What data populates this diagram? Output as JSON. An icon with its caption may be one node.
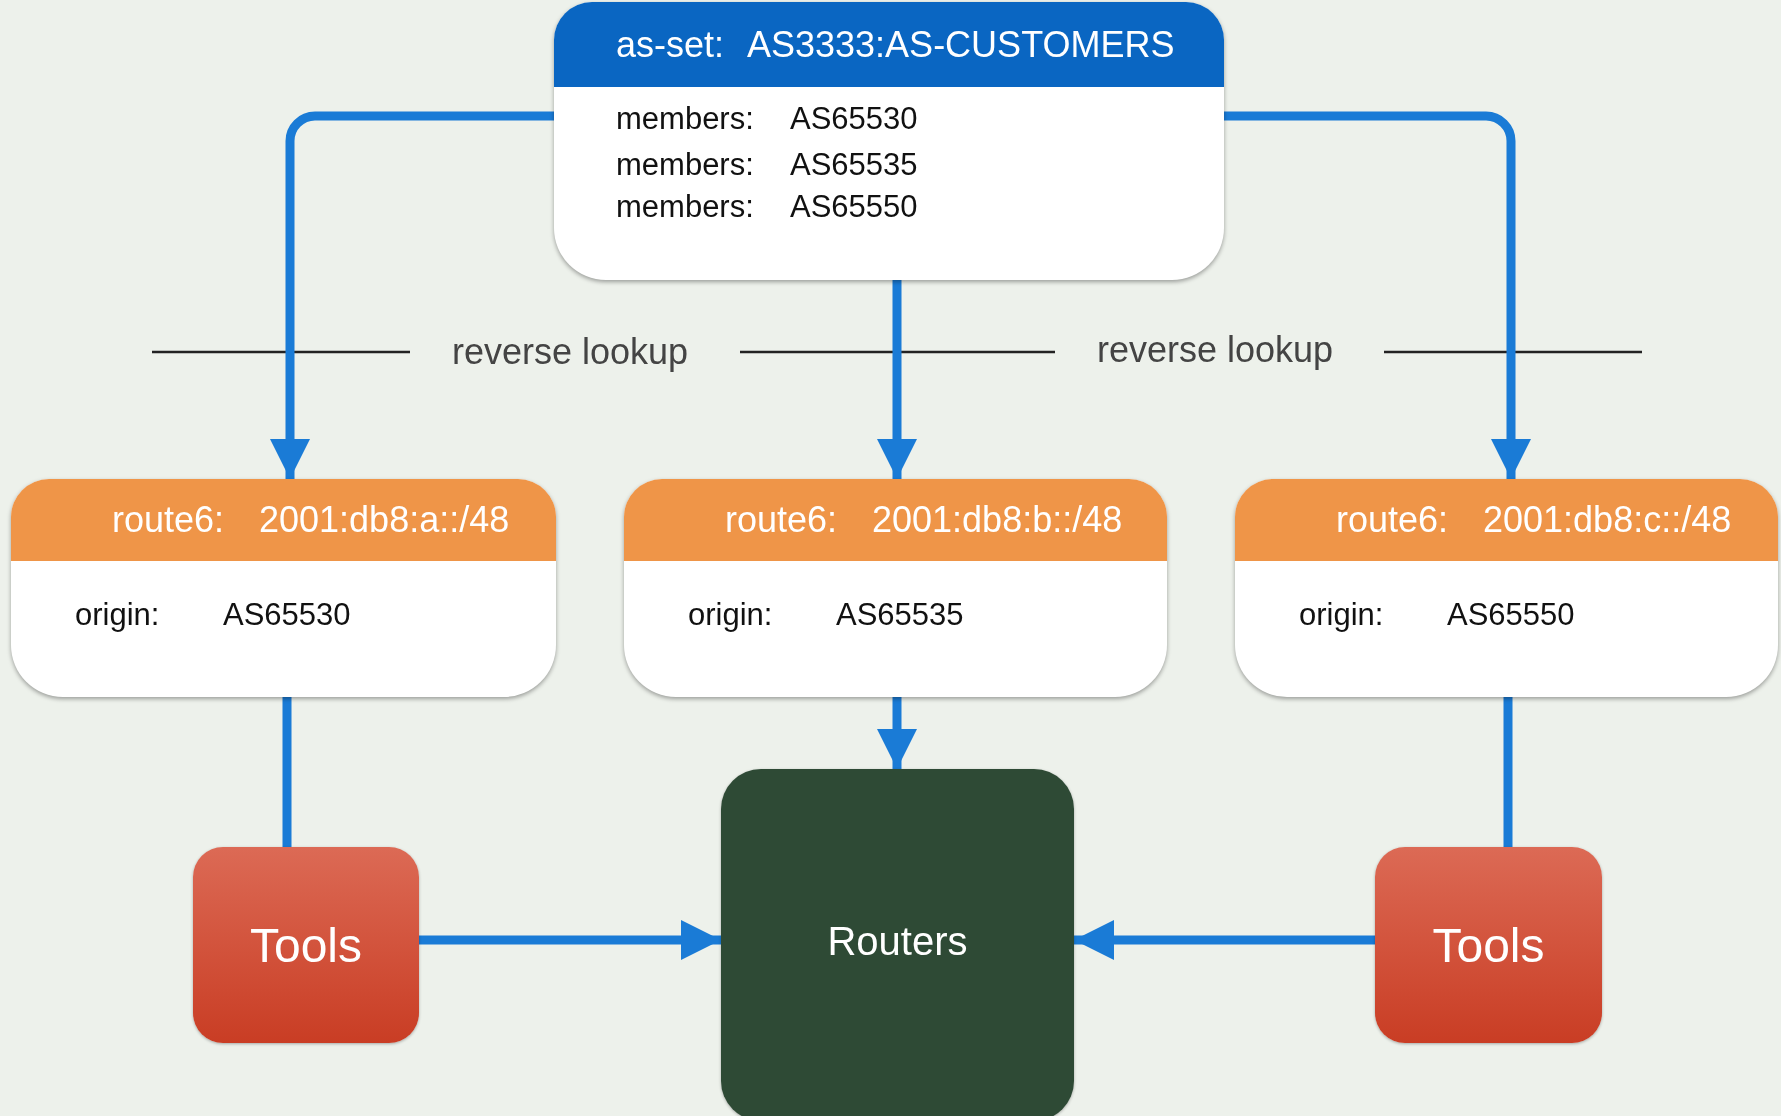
{
  "diagram": {
    "nodes": [
      {
        "text": [
          "as-set:",
          "AS3333:AS-CUSTOMERS",
          "members:",
          "AS65530",
          "members:",
          "AS65535",
          "members:",
          "AS65550"
        ]
      },
      {
        "text": [
          "route6:",
          "2001:db8:a::/48",
          "origin:",
          "AS65530"
        ]
      },
      {
        "text": [
          "route6:",
          "2001:db8:b::/48",
          "origin:",
          "AS65535"
        ]
      },
      {
        "text": [
          "route6:",
          "2001:db8:c::/48",
          "origin:",
          "AS65550"
        ]
      },
      {
        "text": [
          "Tools"
        ]
      },
      {
        "text": [
          "Routers"
        ]
      },
      {
        "text": [
          "Tools"
        ]
      }
    ],
    "edges": [
      {
        "from": 0,
        "to": 1,
        "arrow": "to"
      },
      {
        "from": 0,
        "to": 2,
        "arrow": "to"
      },
      {
        "from": 0,
        "to": 3,
        "arrow": "to"
      },
      {
        "from": 1,
        "to": 4,
        "arrow": "none"
      },
      {
        "from": 2,
        "to": 5,
        "arrow": "to"
      },
      {
        "from": 3,
        "to": 6,
        "arrow": "none"
      },
      {
        "from": 4,
        "to": 5,
        "arrow": "to"
      },
      {
        "from": 6,
        "to": 5,
        "arrow": "to"
      }
    ],
    "labels": [
      "reverse lookup",
      "reverse lookup"
    ]
  }
}
